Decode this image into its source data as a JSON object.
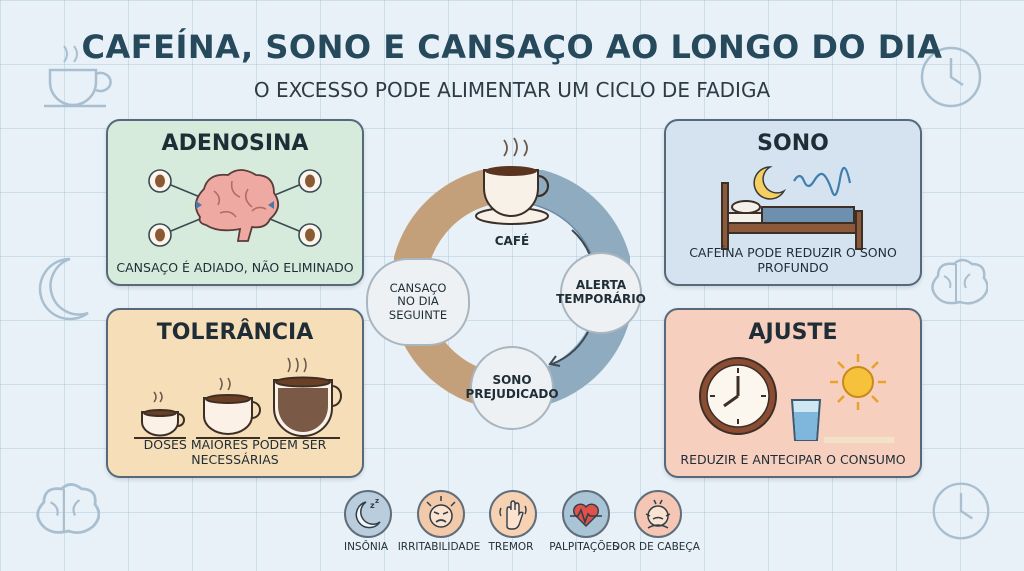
{
  "header": {
    "title": "CAFEÍNA, SONO E CANSAÇO AO LONGO DO DIA",
    "subtitle": "O EXCESSO PODE ALIMENTAR UM CICLO DE FADIGA"
  },
  "cards": {
    "adenosina": {
      "title": "ADENOSINA",
      "caption": "CANSAÇO É ADIADO, NÃO ELIMINADO",
      "color": "#d6ebdc"
    },
    "tolerancia": {
      "title": "TOLERÂNCIA",
      "caption": "DOSES MAIORES PODEM SER NECESSÁRIAS",
      "color": "#f6dfb8"
    },
    "sono": {
      "title": "SONO",
      "caption": "CAFEÍNA PODE REDUZIR O SONO PROFUNDO",
      "color": "#d5e2ef"
    },
    "ajuste": {
      "title": "AJUSTE",
      "caption": "REDUZIR E ANTECIPAR O CONSUMO",
      "color": "#f7cfbf"
    }
  },
  "cycle": {
    "cafe": "CAFÉ",
    "alerta": "ALERTA TEMPORÁRIO",
    "sono": "SONO PREJUDICADO",
    "cansaco_l1": "CANSAÇO",
    "cansaco_l2": "NO DIA SEGUINTE",
    "alerta_l1": "ALERTA",
    "alerta_l2": "TEMPORÁRIO",
    "sono_l1": "SONO",
    "sono_l2": "PREJUDICADO",
    "colors": {
      "warm": "#c4a07a",
      "cool": "#8eabc0"
    }
  },
  "symptoms": [
    {
      "label": "INSÔNIA",
      "icon": "moon-zzz-icon",
      "color": "#b9cddd"
    },
    {
      "label": "IRRITABILIDADE",
      "icon": "angry-face-icon",
      "color": "#f2c9a9"
    },
    {
      "label": "TREMOR",
      "icon": "shaking-hand-icon",
      "color": "#f6d2b3"
    },
    {
      "label": "PALPITAÇÕES",
      "icon": "heartbeat-icon",
      "color": "#a9c4d4"
    },
    {
      "label": "DOR DE CABEÇA",
      "icon": "headache-icon",
      "color": "#f5c6b4"
    }
  ]
}
